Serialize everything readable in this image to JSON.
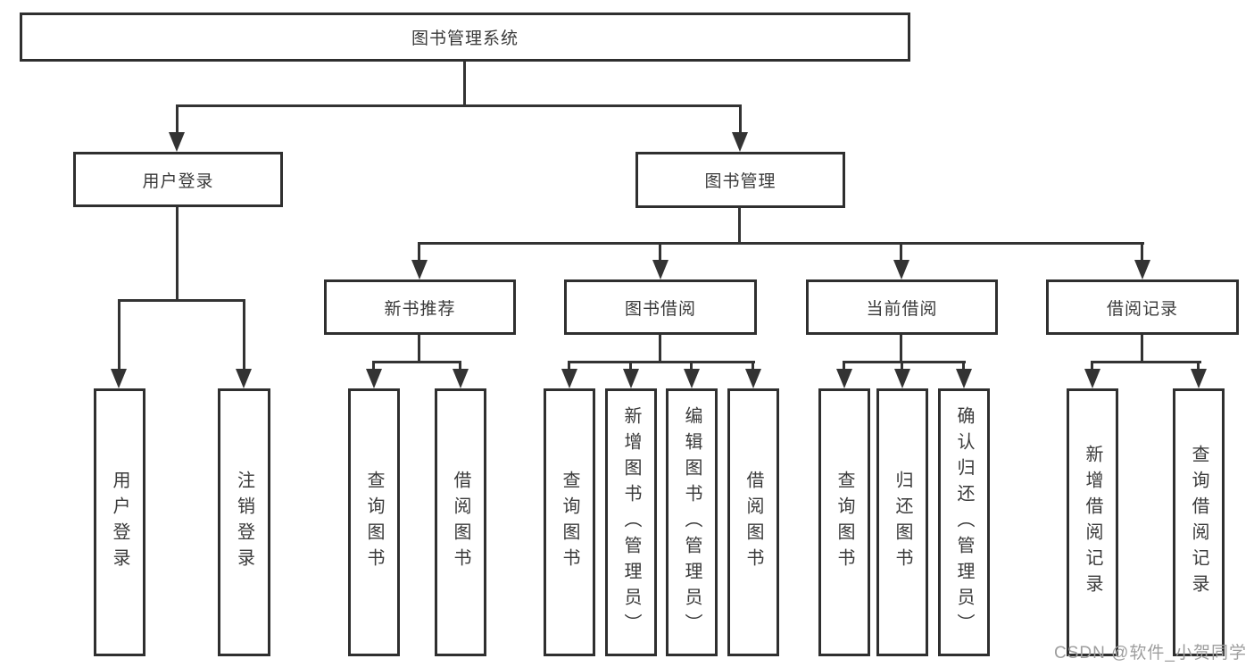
{
  "diagram": {
    "type": "hierarchy-tree",
    "root_label": "图书管理系统",
    "branches": [
      {
        "label": "用户登录",
        "children": [
          {
            "label": "用户登录"
          },
          {
            "label": "注销登录"
          }
        ]
      },
      {
        "label": "图书管理",
        "children": [
          {
            "label": "新书推荐",
            "children": [
              {
                "label": "查询图书"
              },
              {
                "label": "借阅图书"
              }
            ]
          },
          {
            "label": "图书借阅",
            "children": [
              {
                "label": "查询图书"
              },
              {
                "label": "新增图书（管理员）"
              },
              {
                "label": "编辑图书（管理员）"
              },
              {
                "label": "借阅图书"
              }
            ]
          },
          {
            "label": "当前借阅",
            "children": [
              {
                "label": "查询图书"
              },
              {
                "label": "归还图书"
              },
              {
                "label": "确认归还（管理员）"
              }
            ]
          },
          {
            "label": "借阅记录",
            "children": [
              {
                "label": "新增借阅记录"
              },
              {
                "label": "查询借阅记录"
              }
            ]
          }
        ]
      }
    ],
    "colors": {
      "line": "#333333",
      "box_border": "#2f2f2f",
      "text": "#3a3a3a",
      "watermark": "#9e9e9e",
      "background": "#ffffff"
    }
  },
  "watermark": {
    "text": "CSDN @软件_小贺同学"
  }
}
